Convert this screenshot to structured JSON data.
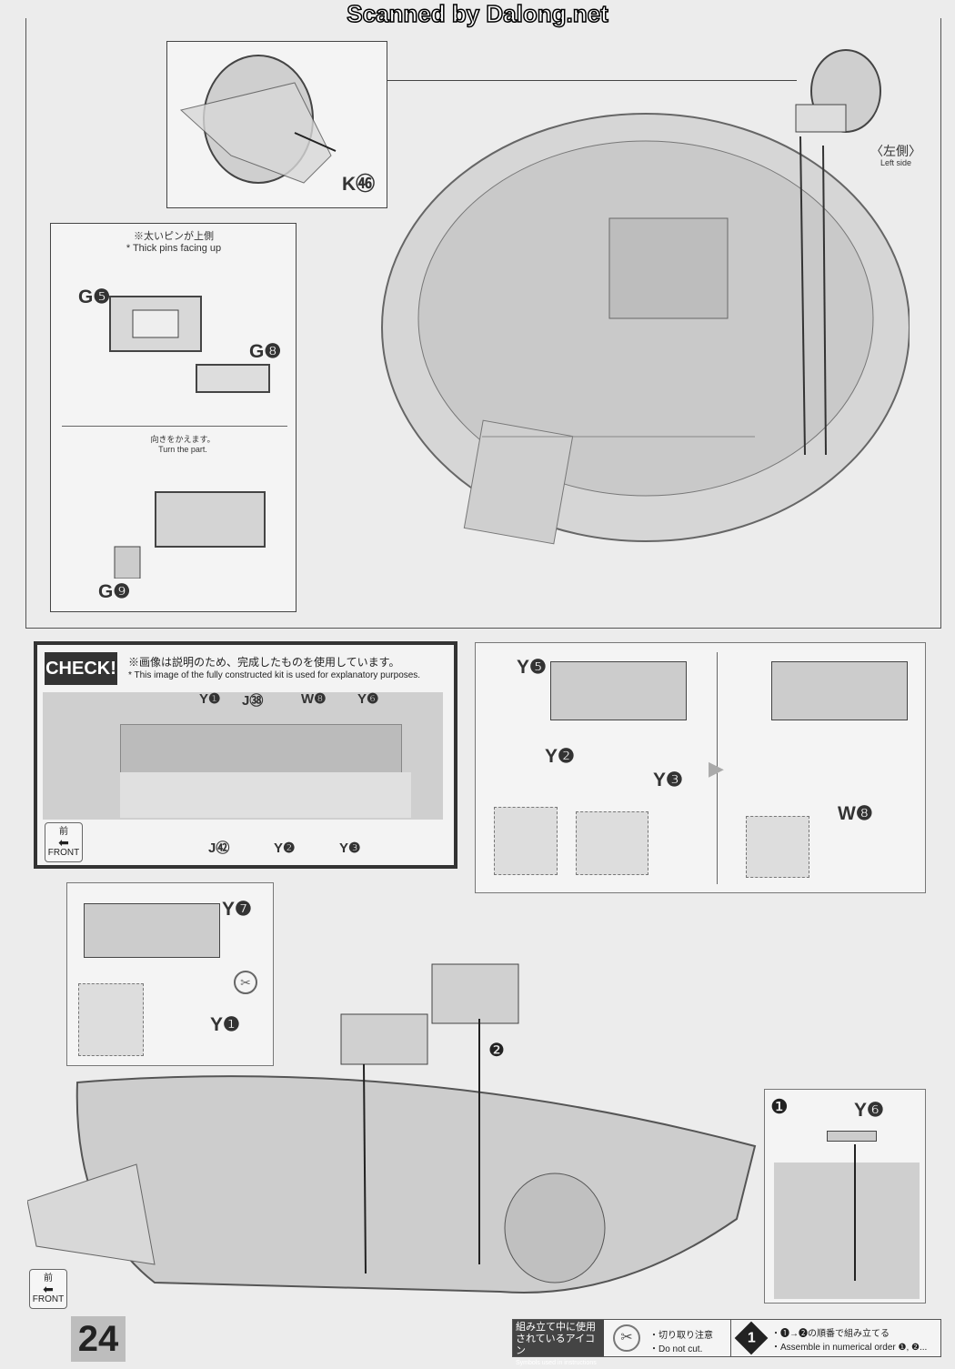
{
  "watermark": "Scanned by Dalong.net",
  "top": {
    "left_side_jp": "〈左側〉",
    "left_side_en": "Left side",
    "k_label": "K㊻",
    "thick_pins_jp": "※太いピンが上側",
    "thick_pins_en": "* Thick pins facing up",
    "g5": "G❺",
    "g8": "G❽",
    "turn_jp": "向きをかえます。",
    "turn_en": "Turn the part.",
    "g9": "G❾"
  },
  "check": {
    "tag": "CHECK!",
    "note_jp": "※画像は説明のため、完成したものを使用しています。",
    "note_en": "* This image of the fully constructed kit is used for explanatory purposes.",
    "labels": [
      "Y❶",
      "J㊳",
      "W❽",
      "Y❻",
      "J㊷",
      "Y❷",
      "Y❸"
    ],
    "front_jp": "前",
    "front_en": "FRONT"
  },
  "y5panel": {
    "y5": "Y❺",
    "y2": "Y❷",
    "y3": "Y❸",
    "w8": "W❽"
  },
  "y7panel": {
    "y7": "Y❼",
    "y1": "Y❶"
  },
  "step2": "❷",
  "y6panel": {
    "step": "❶",
    "y6": "Y❻"
  },
  "bottom_front": {
    "jp": "前",
    "en": "FRONT"
  },
  "page_number": "24",
  "legend": {
    "title_jp1": "組み立て中に使用",
    "title_jp2": "されているアイコン",
    "title_en": "Symbols used in instructions",
    "cut_jp": "・切り取り注意",
    "cut_en": "・Do not cut.",
    "step_icon": "1",
    "order_jp": "・❶→❷の順番で組み立てる",
    "order_en": "・Assemble in numerical order ❶, ❷..."
  }
}
